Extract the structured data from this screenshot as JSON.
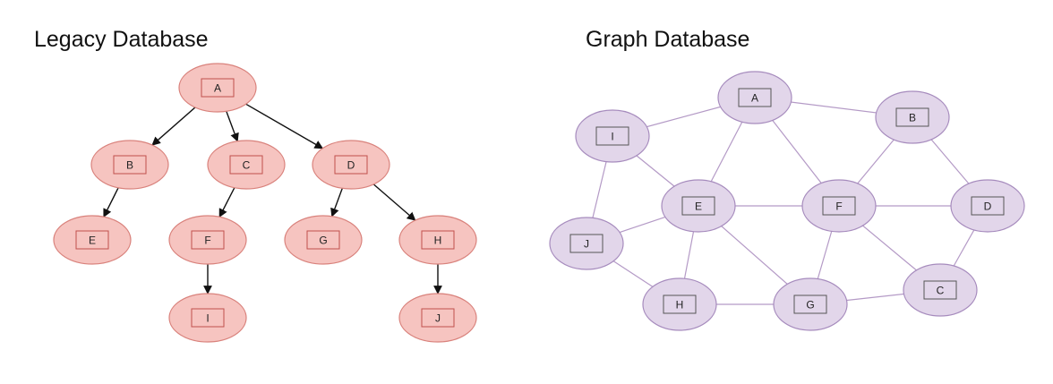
{
  "legacy": {
    "title": "Legacy Database",
    "colors": {
      "fill": "#f6c4c0",
      "stroke": "#d9827c",
      "box": "#c0504d",
      "edge": "#111111"
    },
    "nodes": [
      "A",
      "B",
      "C",
      "D",
      "E",
      "F",
      "G",
      "H",
      "I",
      "J"
    ],
    "edges": [
      [
        "A",
        "B"
      ],
      [
        "A",
        "C"
      ],
      [
        "A",
        "D"
      ],
      [
        "B",
        "E"
      ],
      [
        "C",
        "F"
      ],
      [
        "D",
        "G"
      ],
      [
        "D",
        "H"
      ],
      [
        "F",
        "I"
      ],
      [
        "H",
        "J"
      ]
    ]
  },
  "graph": {
    "title": "Graph Database",
    "colors": {
      "fill": "#e2d6ea",
      "stroke": "#a68bbd",
      "box": "#555555",
      "edge": "#b49ac6"
    },
    "nodes": [
      "A",
      "B",
      "I",
      "E",
      "F",
      "D",
      "J",
      "H",
      "G",
      "C"
    ],
    "edges": [
      [
        "I",
        "A"
      ],
      [
        "A",
        "B"
      ],
      [
        "A",
        "E"
      ],
      [
        "A",
        "F"
      ],
      [
        "I",
        "E"
      ],
      [
        "I",
        "J"
      ],
      [
        "B",
        "F"
      ],
      [
        "B",
        "D"
      ],
      [
        "E",
        "F"
      ],
      [
        "F",
        "D"
      ],
      [
        "E",
        "J"
      ],
      [
        "E",
        "H"
      ],
      [
        "E",
        "G"
      ],
      [
        "F",
        "G"
      ],
      [
        "F",
        "C"
      ],
      [
        "J",
        "H"
      ],
      [
        "H",
        "G"
      ],
      [
        "G",
        "C"
      ],
      [
        "C",
        "D"
      ]
    ]
  }
}
